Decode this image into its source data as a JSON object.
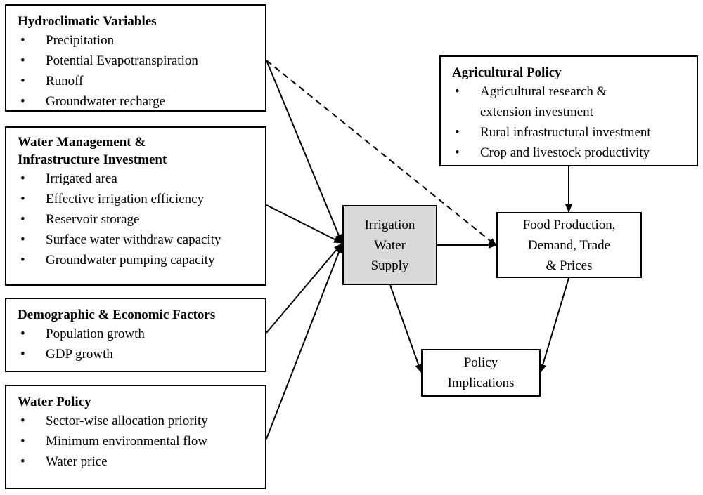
{
  "hydro": {
    "title": "Hydroclimatic Variables",
    "items": [
      "Precipitation",
      "Potential Evapotranspiration",
      "Runoff",
      "Groundwater recharge"
    ]
  },
  "water_mgmt": {
    "title_line1": "Water Management &",
    "title_line2": "Infrastructure Investment",
    "items": [
      "Irrigated area",
      "Effective irrigation efficiency",
      "Reservoir storage",
      "Surface water withdraw capacity",
      "Groundwater pumping capacity"
    ]
  },
  "demo": {
    "title": "Demographic & Economic Factors",
    "items": [
      "Population growth",
      "GDP growth"
    ]
  },
  "water_policy": {
    "title": "Water Policy",
    "items": [
      "Sector-wise allocation priority",
      "Minimum environmental flow",
      "Water price"
    ]
  },
  "ag_policy": {
    "title": "Agricultural Policy",
    "items": [
      "Agricultural research  &",
      "extension investment",
      "Rural infrastructural investment",
      "Crop and livestock productivity"
    ]
  },
  "irrigation": {
    "lines": [
      "Irrigation",
      "Water",
      "Supply"
    ],
    "fill": "#d9d9d9"
  },
  "food": {
    "lines": [
      "Food Production,",
      "Demand, Trade",
      "& Prices"
    ]
  },
  "policy_impl": {
    "lines": [
      "Policy",
      "Implications"
    ]
  }
}
